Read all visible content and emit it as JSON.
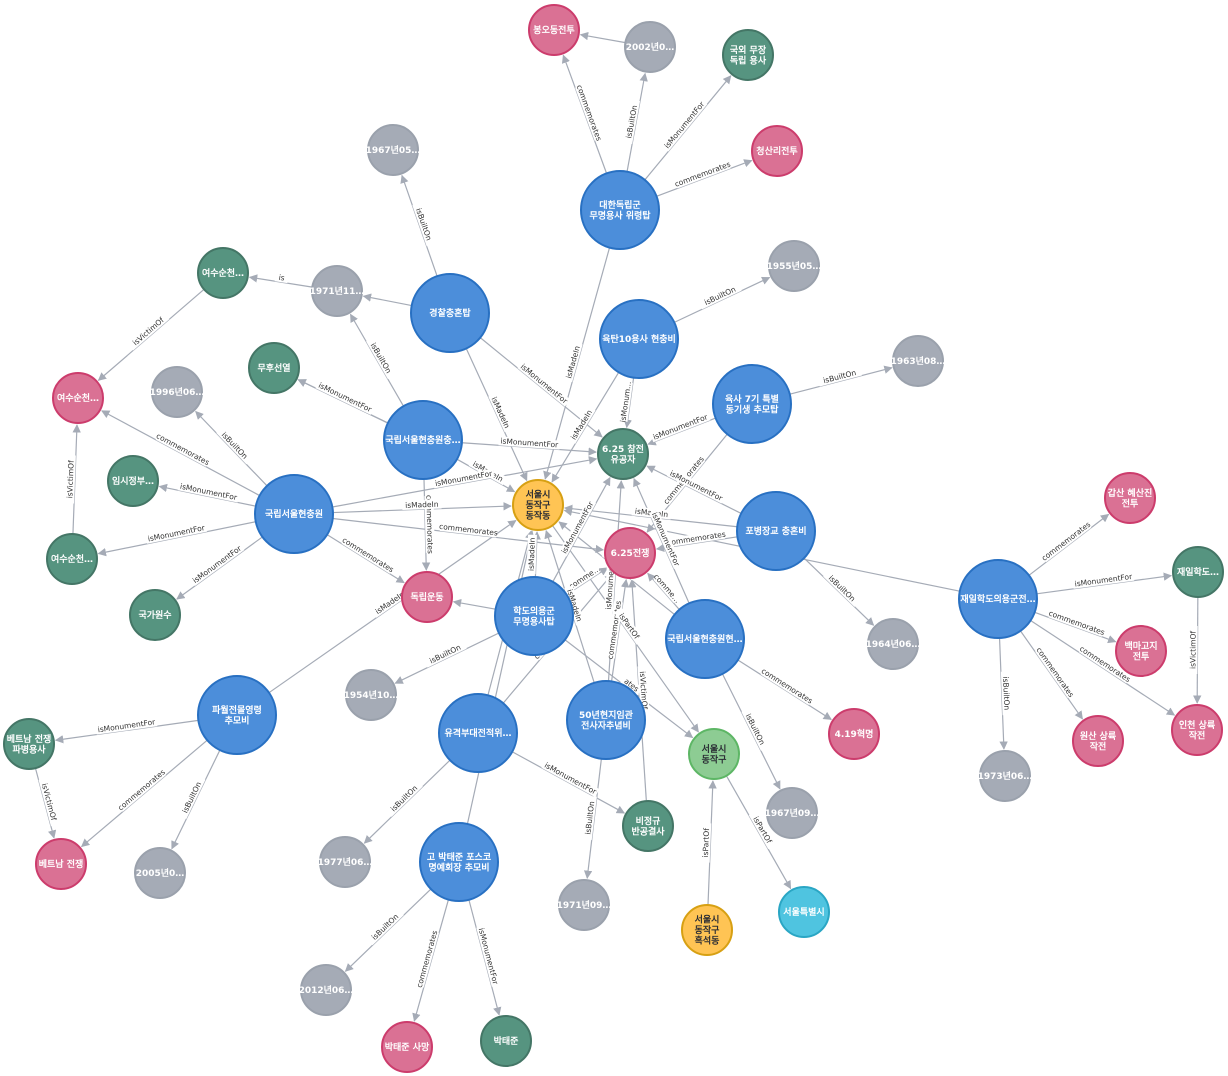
{
  "graph": {
    "palette": {
      "memorial": {
        "fill": "#4c8eda",
        "stroke": "#2870c2"
      },
      "person": {
        "fill": "#569480",
        "stroke": "#447666"
      },
      "event": {
        "fill": "#da7194",
        "stroke": "#cc3c6c"
      },
      "date": {
        "fill": "#a5abb6",
        "stroke": "#9aa1ac"
      },
      "place_dong": {
        "fill": "#ffc454",
        "stroke": "#d7a013"
      },
      "place_gu": {
        "fill": "#8dcc93",
        "stroke": "#5db665"
      },
      "place_si": {
        "fill": "#4fc4e0",
        "stroke": "#2aa6c4"
      }
    },
    "nodes": [
      {
        "id": "dongjak",
        "label": "서울시\n동작구\n동작동",
        "type": "place_dong"
      },
      {
        "id": "korea_indep",
        "label": "대한독립군\n무명용사 위령탑",
        "type": "memorial"
      },
      {
        "id": "police",
        "label": "경찰충혼탑",
        "type": "memorial"
      },
      {
        "id": "yuktan",
        "label": "육탄10용사 현충비",
        "type": "memorial"
      },
      {
        "id": "yuksa7",
        "label": "육사 7기 특별\n동기생 추모탑",
        "type": "memorial"
      },
      {
        "id": "nat_seoul_a",
        "label": "국립서울현충원충…",
        "type": "memorial"
      },
      {
        "id": "nat_cemetery",
        "label": "국립서울현충원",
        "type": "memorial"
      },
      {
        "id": "pobyeong",
        "label": "포병장교 충혼비",
        "type": "memorial"
      },
      {
        "id": "jaeil",
        "label": "재일학도의용군전…",
        "type": "memorial"
      },
      {
        "id": "hakdo",
        "label": "학도의용군\n무명용사탑",
        "type": "memorial"
      },
      {
        "id": "nat_seoul_b",
        "label": "국립서울현충원현…",
        "type": "memorial"
      },
      {
        "id": "pawol",
        "label": "파월전몰영령\n추모비",
        "type": "memorial"
      },
      {
        "id": "yugyeok",
        "label": "유격부대전적위…",
        "type": "memorial"
      },
      {
        "id": "anniv50",
        "label": "50년현지임관\n전사자추념비",
        "type": "memorial"
      },
      {
        "id": "park_mem",
        "label": "고 박태준 포스코\n명예회장 추모비",
        "type": "memorial"
      },
      {
        "id": "war625_hero",
        "label": "6.25 참전\n유공자",
        "type": "person"
      },
      {
        "id": "war625",
        "label": "6.25전쟁",
        "type": "event"
      },
      {
        "id": "indep_move",
        "label": "독립운동",
        "type": "event"
      },
      {
        "id": "dongjakgu",
        "label": "서울시\n동작구",
        "type": "place_gu"
      },
      {
        "id": "seoul",
        "label": "서울특별시",
        "type": "place_si"
      },
      {
        "id": "heukseok",
        "label": "서울시\n동작구\n흑석동",
        "type": "place_dong"
      },
      {
        "id": "bongo",
        "label": "봉오동전투",
        "type": "event"
      },
      {
        "id": "d2002",
        "label": "2002년0…",
        "type": "date"
      },
      {
        "id": "overseas",
        "label": "국외 무장\n독립 용사",
        "type": "person"
      },
      {
        "id": "cheongsan",
        "label": "청산리전투",
        "type": "event"
      },
      {
        "id": "d1967a",
        "label": "1967년05…",
        "type": "date"
      },
      {
        "id": "yeosu_p",
        "label": "여수순천…",
        "type": "person"
      },
      {
        "id": "d1971a",
        "label": "1971년11…",
        "type": "date"
      },
      {
        "id": "d1955",
        "label": "1955년05…",
        "type": "date"
      },
      {
        "id": "musu",
        "label": "무후선열",
        "type": "person"
      },
      {
        "id": "yeosu_e",
        "label": "여수순천…",
        "type": "event"
      },
      {
        "id": "d1996",
        "label": "1996년06…",
        "type": "date"
      },
      {
        "id": "d1963",
        "label": "1963년08…",
        "type": "date"
      },
      {
        "id": "imsi",
        "label": "임시정부…",
        "type": "person"
      },
      {
        "id": "yeosu_p2",
        "label": "여수순천…",
        "type": "person"
      },
      {
        "id": "gukga",
        "label": "국가원수",
        "type": "person"
      },
      {
        "id": "gapsan",
        "label": "갑산 혜산진\n전투",
        "type": "event"
      },
      {
        "id": "jaeil_p",
        "label": "재일학도…",
        "type": "person"
      },
      {
        "id": "baekma",
        "label": "백마고지\n전투",
        "type": "event"
      },
      {
        "id": "incheon",
        "label": "인천 상륙\n작전",
        "type": "event"
      },
      {
        "id": "wonsan",
        "label": "원산 상륙\n작전",
        "type": "event"
      },
      {
        "id": "d1964",
        "label": "1964년06…",
        "type": "date"
      },
      {
        "id": "d1973",
        "label": "1973년06…",
        "type": "date"
      },
      {
        "id": "apr19",
        "label": "4.19혁명",
        "type": "event"
      },
      {
        "id": "d1954",
        "label": "1954년10…",
        "type": "date"
      },
      {
        "id": "d1967b",
        "label": "1967년09…",
        "type": "date"
      },
      {
        "id": "vietnam_p",
        "label": "베트남 전쟁\n파병용사",
        "type": "person"
      },
      {
        "id": "vietnam_e",
        "label": "베트남 전쟁",
        "type": "event"
      },
      {
        "id": "d2005",
        "label": "2005년0…",
        "type": "date"
      },
      {
        "id": "d1977",
        "label": "1977년06…",
        "type": "date"
      },
      {
        "id": "bijeong",
        "label": "비정규\n반공결사",
        "type": "person"
      },
      {
        "id": "d1971b",
        "label": "1971년09…",
        "type": "date"
      },
      {
        "id": "d2012",
        "label": "2012년06…",
        "type": "date"
      },
      {
        "id": "park_death",
        "label": "박태준 사망",
        "type": "event"
      },
      {
        "id": "park",
        "label": "박태준",
        "type": "person"
      }
    ],
    "edges": [
      {
        "from": "korea_indep",
        "to": "bongo",
        "label": "commemorates"
      },
      {
        "from": "korea_indep",
        "to": "d2002",
        "label": "isBuiltOn"
      },
      {
        "from": "korea_indep",
        "to": "overseas",
        "label": "isMonumentFor"
      },
      {
        "from": "korea_indep",
        "to": "cheongsan",
        "label": "commemorates"
      },
      {
        "from": "korea_indep",
        "to": "dongjak",
        "label": "isMadeIn"
      },
      {
        "from": "d2002",
        "to": "bongo",
        "label": ""
      },
      {
        "from": "police",
        "to": "d1967a",
        "label": "isBuiltOn"
      },
      {
        "from": "police",
        "to": "dongjak",
        "label": "isMadeIn"
      },
      {
        "from": "police",
        "to": "war625_hero",
        "label": "isMonumentFor"
      },
      {
        "from": "police",
        "to": "d1971a",
        "label": ""
      },
      {
        "from": "d1971a",
        "to": "yeosu_p",
        "label": "is"
      },
      {
        "from": "yeosu_p",
        "to": "yeosu_e",
        "label": "isVictimOf"
      },
      {
        "from": "yuktan",
        "to": "d1955",
        "label": "isBuiltOn"
      },
      {
        "from": "yuktan",
        "to": "dongjak",
        "label": "isMadeIn"
      },
      {
        "from": "yuktan",
        "to": "war625_hero",
        "label": "isMonum…"
      },
      {
        "from": "yuksa7",
        "to": "d1963",
        "label": "isBuiltOn"
      },
      {
        "from": "yuksa7",
        "to": "war625_hero",
        "label": "isMonumentFor"
      },
      {
        "from": "yuksa7",
        "to": "war625",
        "label": "commemorates"
      },
      {
        "from": "nat_seoul_a",
        "to": "d1971a",
        "label": "isBuiltOn"
      },
      {
        "from": "nat_seoul_a",
        "to": "musu",
        "label": "isMonumentFor"
      },
      {
        "from": "nat_seoul_a",
        "to": "musu",
        "label": "isMonumentFor"
      },
      {
        "from": "nat_seoul_a",
        "to": "war625_hero",
        "label": "isMonumentFor"
      },
      {
        "from": "nat_seoul_a",
        "to": "dongjak",
        "label": "isMadeIn"
      },
      {
        "from": "nat_seoul_a",
        "to": "indep_move",
        "label": "commemorates"
      },
      {
        "from": "nat_cemetery",
        "to": "yeosu_e",
        "label": "commemorates"
      },
      {
        "from": "nat_cemetery",
        "to": "d1996",
        "label": "isBuiltOn"
      },
      {
        "from": "nat_cemetery",
        "to": "imsi",
        "label": "isMonumentFor"
      },
      {
        "from": "nat_cemetery",
        "to": "yeosu_p2",
        "label": "isMonumentFor"
      },
      {
        "from": "nat_cemetery",
        "to": "gukga",
        "label": "isMonumentFor"
      },
      {
        "from": "nat_cemetery",
        "to": "dongjak",
        "label": "isMadeIn"
      },
      {
        "from": "nat_cemetery",
        "to": "war625",
        "label": "commemorates"
      },
      {
        "from": "nat_cemetery",
        "to": "indep_move",
        "label": "commemorates"
      },
      {
        "from": "nat_cemetery",
        "to": "war625_hero",
        "label": "isMonumentFor"
      },
      {
        "from": "yeosu_p2",
        "to": "yeosu_e",
        "label": "isVictimOf"
      },
      {
        "from": "pobyeong",
        "to": "dongjak",
        "label": "isMadeIn"
      },
      {
        "from": "pobyeong",
        "to": "war625",
        "label": "commemorates"
      },
      {
        "from": "pobyeong",
        "to": "war625_hero",
        "label": "isMonumentFor"
      },
      {
        "from": "pobyeong",
        "to": "d1964",
        "label": "isBuiltOn"
      },
      {
        "from": "jaeil",
        "to": "gapsan",
        "label": "commemorates"
      },
      {
        "from": "jaeil",
        "to": "jaeil_p",
        "label": "isMonumentFor"
      },
      {
        "from": "jaeil",
        "to": "baekma",
        "label": "commemorates"
      },
      {
        "from": "jaeil",
        "to": "incheon",
        "label": "commemorates"
      },
      {
        "from": "jaeil",
        "to": "wonsan",
        "label": "commemorates"
      },
      {
        "from": "jaeil",
        "to": "d1973",
        "label": "isBuiltOn"
      },
      {
        "from": "jaeil",
        "to": "dongjak",
        "label": ""
      },
      {
        "from": "jaeil_p",
        "to": "incheon",
        "label": "isVictimOf"
      },
      {
        "from": "hakdo",
        "to": "dongjak",
        "label": "isMadeIn"
      },
      {
        "from": "hakdo",
        "to": "war625",
        "label": "comme…"
      },
      {
        "from": "hakdo",
        "to": "war625_hero",
        "label": "isMonumentFor"
      },
      {
        "from": "hakdo",
        "to": "d1954",
        "label": "isBuiltOn"
      },
      {
        "from": "hakdo",
        "to": "indep_move",
        "label": ""
      },
      {
        "from": "hakdo",
        "to": "dongjakgu",
        "label": "ates"
      },
      {
        "from": "nat_seoul_b",
        "to": "dongjak",
        "label": "isMadeIn"
      },
      {
        "from": "nat_seoul_b",
        "to": "war625",
        "label": "comme…"
      },
      {
        "from": "nat_seoul_b",
        "to": "war625_hero",
        "label": "isMonumentFor"
      },
      {
        "from": "nat_seoul_b",
        "to": "apr19",
        "label": "commemorates"
      },
      {
        "from": "nat_seoul_b",
        "to": "d1967b",
        "label": "isBuiltOn"
      },
      {
        "from": "pawol",
        "to": "vietnam_p",
        "label": "isMonumentFor"
      },
      {
        "from": "pawol",
        "to": "vietnam_e",
        "label": "commemorates"
      },
      {
        "from": "pawol",
        "to": "d2005",
        "label": "isBuiltOn"
      },
      {
        "from": "pawol",
        "to": "dongjak",
        "label": "isMadeIn"
      },
      {
        "from": "vietnam_p",
        "to": "vietnam_e",
        "label": "isVictimOf"
      },
      {
        "from": "yugyeok",
        "to": "dongjak",
        "label": "isMadeIn"
      },
      {
        "from": "yugyeok",
        "to": "d1977",
        "label": "isBuiltOn"
      },
      {
        "from": "yugyeok",
        "to": "bijeong",
        "label": "isMonumentFor"
      },
      {
        "from": "yugyeok",
        "to": "war625",
        "label": "commemorates"
      },
      {
        "from": "anniv50",
        "to": "dongjak",
        "label": "isMadeIn"
      },
      {
        "from": "anniv50",
        "to": "war625",
        "label": "commemorates"
      },
      {
        "from": "anniv50",
        "to": "war625_hero",
        "label": "isMonumentFor"
      },
      {
        "from": "anniv50",
        "to": "d1971b",
        "label": "isBuiltOn"
      },
      {
        "from": "bijeong",
        "to": "war625",
        "label": "isVictimOf"
      },
      {
        "from": "park_mem",
        "to": "d2012",
        "label": "isBuiltOn"
      },
      {
        "from": "park_mem",
        "to": "park_death",
        "label": "commemorates"
      },
      {
        "from": "park_mem",
        "to": "park",
        "label": "isMonumentFor"
      },
      {
        "from": "park_mem",
        "to": "dongjak",
        "label": ""
      },
      {
        "from": "dongjak",
        "to": "dongjakgu",
        "label": "isPartOf"
      },
      {
        "from": "heukseok",
        "to": "dongjakgu",
        "label": "isPartOf"
      },
      {
        "from": "dongjakgu",
        "to": "seoul",
        "label": "isPartOf"
      }
    ]
  }
}
